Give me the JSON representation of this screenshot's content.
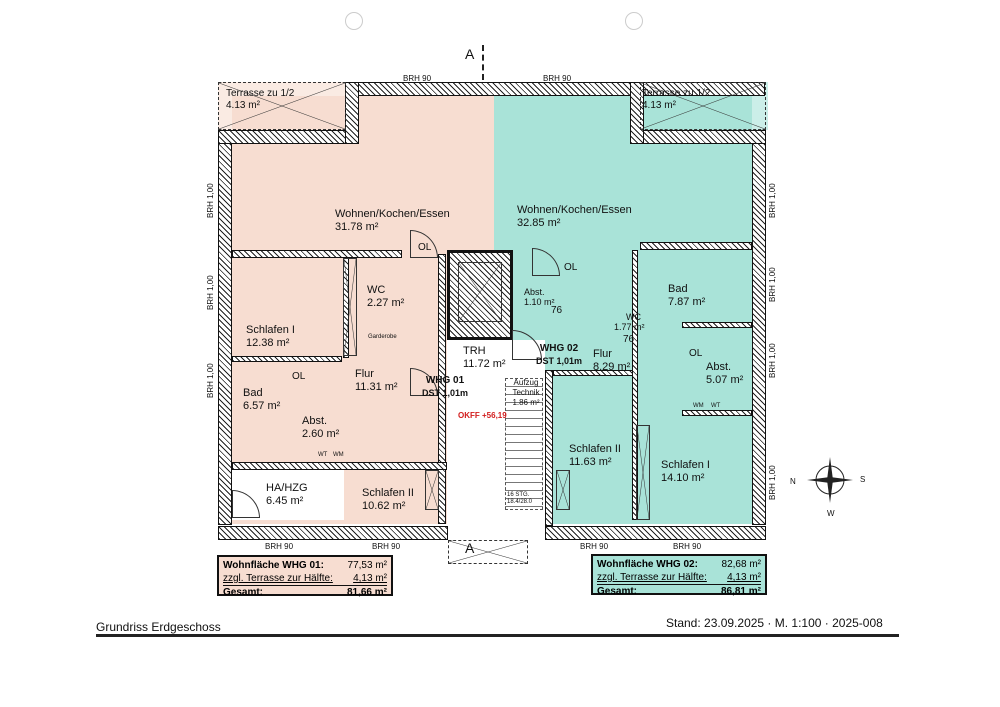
{
  "section_marker": "A",
  "brh": {
    "top": "BRH 90",
    "side": "BRH 1,00"
  },
  "whg01": {
    "color": "#f7ddd1",
    "rooms": [
      {
        "name": "Terrasse zu 1/2",
        "area": "4.13 m²"
      },
      {
        "name": "Wohnen/Kochen/Essen",
        "area": "31.78 m²"
      },
      {
        "name": "WC",
        "area": "2.27 m²"
      },
      {
        "name": "Schlafen I",
        "area": "12.38 m²"
      },
      {
        "name": "Flur",
        "area": "11.31 m²"
      },
      {
        "name": "Bad",
        "area": "6.57 m²"
      },
      {
        "name": "Abst.",
        "area": "2.60 m²"
      },
      {
        "name": "HA/HZG",
        "area": "6.45 m²"
      },
      {
        "name": "Schlafen II",
        "area": "10.62 m²"
      }
    ],
    "entrance": {
      "name": "WHG 01",
      "dst": "DST 1,01m"
    },
    "summary": {
      "l1": "Wohnfläche WHG 01:",
      "v1": "77,53 m²",
      "l2": "zzgl. Terrasse zur Hälfte:",
      "v2": "4,13 m²",
      "l3": "Gesamt:",
      "v3": "81,66 m²"
    }
  },
  "whg02": {
    "color": "#a9e3d8",
    "rooms": [
      {
        "name": "Terrasse zu 1/2",
        "area": "4.13 m²"
      },
      {
        "name": "Wohnen/Kochen/Essen",
        "area": "32.85 m²"
      },
      {
        "name": "Abst.",
        "area": "1.10 m²"
      },
      {
        "name": "WC",
        "area": "1.77 m²"
      },
      {
        "name": "Bad",
        "area": "7.87 m²"
      },
      {
        "name": "Flur",
        "area": "8.29 m²"
      },
      {
        "name": "Abst.",
        "area": "5.07 m²"
      },
      {
        "name": "Schlafen II",
        "area": "11.63 m²"
      },
      {
        "name": "Schlafen I",
        "area": "14.10 m²"
      }
    ],
    "entrance": {
      "name": "WHG 02",
      "dst": "DST 1,01m"
    },
    "summary": {
      "l1": "Wohnfläche WHG 02:",
      "v1": "82,68 m²",
      "l2": "zzgl. Terrasse zur Hälfte:",
      "v2": "4,13 m²",
      "l3": "Gesamt:",
      "v3": "86,81 m²"
    }
  },
  "core": {
    "trh": "TRH",
    "trh_area": "11.72 m²",
    "lift": "Aufzug Technik",
    "lift_area": "1.86 m²",
    "okff": "OKFF +56,19",
    "stairs": "16 STG.",
    "stairs_dim": "18.4/28.0"
  },
  "small": {
    "ol": "OL",
    "garderobe": "Garderobe",
    "d76": "76",
    "wt": "WT",
    "wm": "WM"
  },
  "compass": {
    "n": "N",
    "s": "S",
    "w": "W"
  },
  "footer": {
    "title": "Grundriss Erdgeschoss",
    "stand": "Stand: 23.09.2025 · M. 1:100 · 2025-008"
  }
}
